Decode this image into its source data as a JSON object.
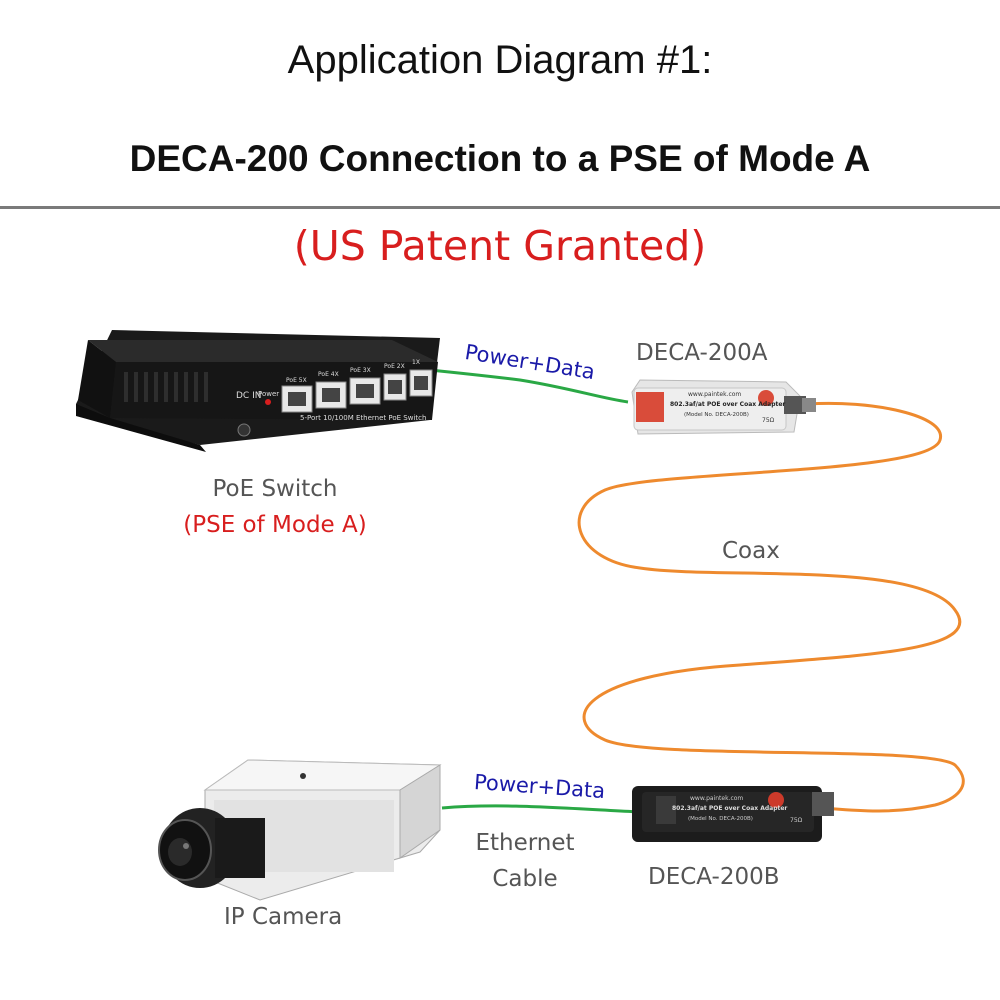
{
  "header": {
    "title": "Application Diagram #1:",
    "subtitle": "DECA-200 Connection to a PSE of Mode A",
    "patent": "(US Patent Granted)"
  },
  "switch": {
    "label": "PoE Switch",
    "mode": "(PSE of Mode A)",
    "panel_text": "5-Port 10/100M Ethernet PoE Switch",
    "dc_in": "DC IN",
    "power": "Power",
    "ports": [
      "PoE 5X",
      "PoE 4X",
      "PoE 3X",
      "PoE 2X",
      "1X"
    ]
  },
  "adapter_a": {
    "label": "DECA-200A",
    "line1": "www.paintek.com",
    "line2": "802.3af/at POE over Coax Adapter",
    "line3": "(Model No. DECA-200B)",
    "ohm": "75Ω"
  },
  "adapter_b": {
    "label": "DECA-200B",
    "line1": "www.paintek.com",
    "line2": "802.3af/at POE over Coax Adapter",
    "line3": "(Model No. DECA-200B)",
    "ohm": "75Ω"
  },
  "cables": {
    "top_power_data": "Power+Data",
    "bottom_power_data": "Power+Data",
    "coax": "Coax",
    "ethernet_line1": "Ethernet",
    "ethernet_line2": "Cable"
  },
  "camera": {
    "label": "IP Camera"
  },
  "colors": {
    "title_red": "#d81e1e",
    "power_data_blue": "#1a1aa8",
    "ethernet_green": "#2aa845",
    "coax_orange": "#ee8a2e"
  }
}
